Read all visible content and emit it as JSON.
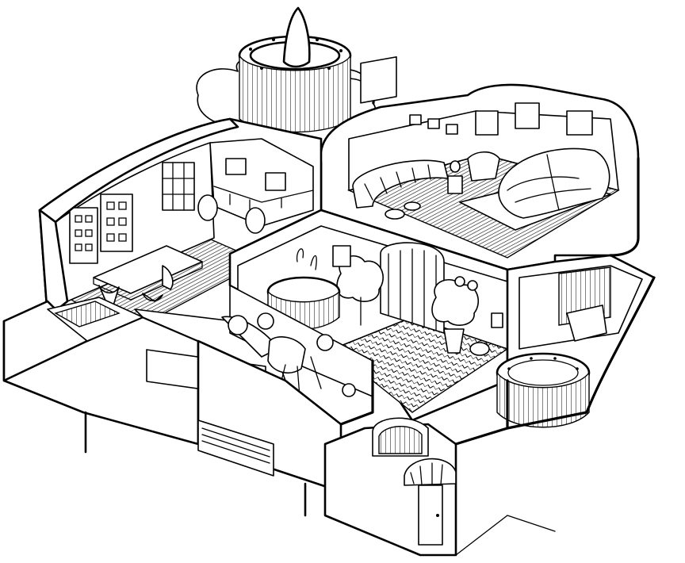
{
  "scene": {
    "subject": "isometric-cutaway-house",
    "palette": {
      "ink": "#000000",
      "paper": "#ffffff"
    },
    "rooms": [
      {
        "id": "control-room"
      },
      {
        "id": "bedroom"
      },
      {
        "id": "garden-atrium"
      },
      {
        "id": "bathroom"
      },
      {
        "id": "workshop"
      },
      {
        "id": "entry"
      }
    ]
  }
}
